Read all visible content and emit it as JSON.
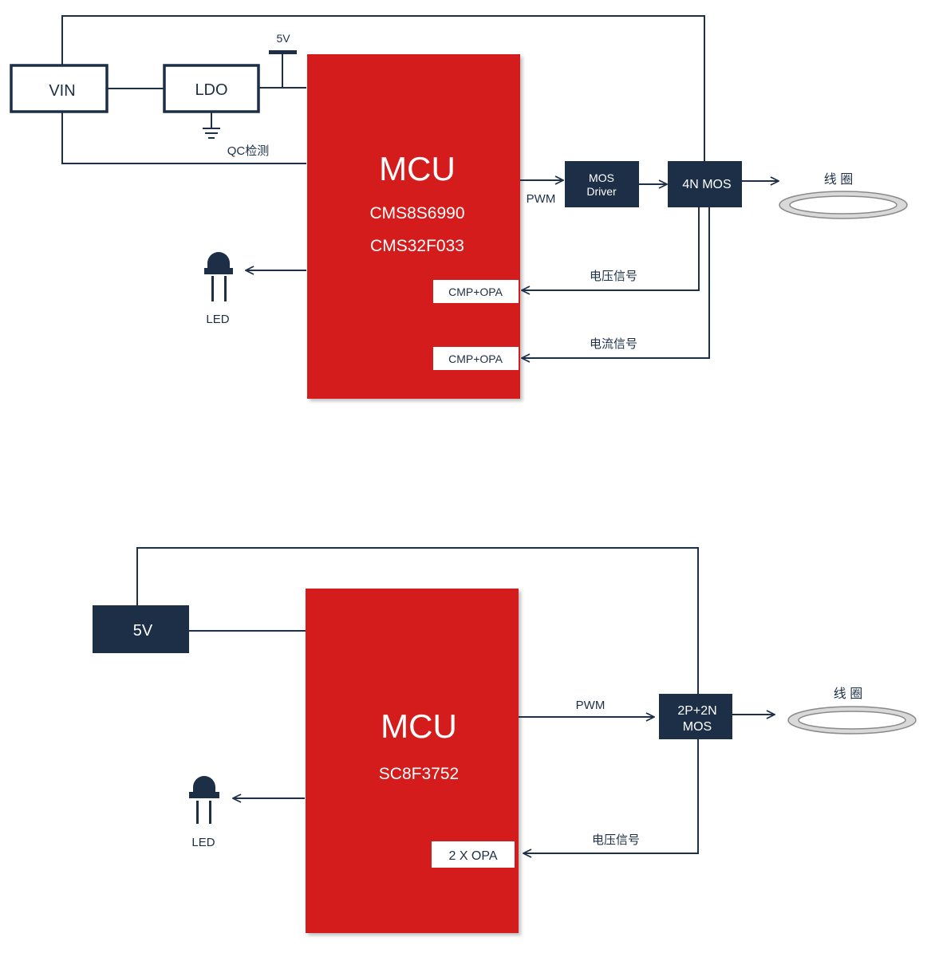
{
  "diagram1": {
    "vin": "VIN",
    "ldo": "LDO",
    "five_v": "5V",
    "qc": "QC检测",
    "mcu_title": "MCU",
    "mcu_part1": "CMS8S6990",
    "mcu_part2": "CMS32F033",
    "cmp_opa_1": "CMP+OPA",
    "cmp_opa_2": "CMP+OPA",
    "pwm": "PWM",
    "mos_driver_1": "MOS",
    "mos_driver_2": "Driver",
    "mos4n": "4N MOS",
    "coil": "线 圈",
    "voltage_signal": "电压信号",
    "current_signal": "电流信号",
    "led": "LED"
  },
  "diagram2": {
    "five_v": "5V",
    "mcu_title": "MCU",
    "mcu_part": "SC8F3752",
    "opa": "2 X OPA",
    "pwm": "PWM",
    "mos_1": "2P+2N",
    "mos_2": "MOS",
    "coil": "线 圈",
    "voltage_signal": "电压信号",
    "led": "LED"
  },
  "colors": {
    "mcu_red": "#d41a1b",
    "navy": "#1c2f47"
  }
}
